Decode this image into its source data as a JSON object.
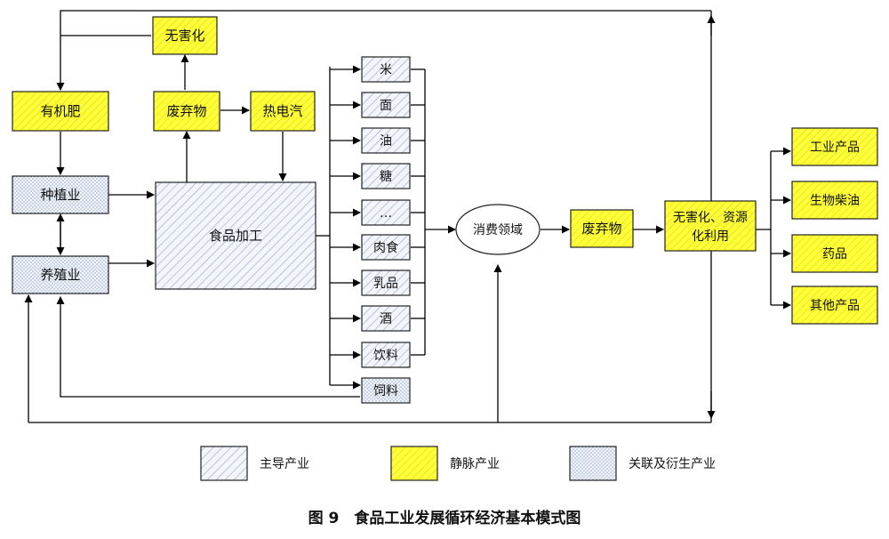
{
  "caption": "图 9　食品工业发展循环经济基本模式图",
  "nodes": {
    "harmless_top": "无害化",
    "fertilizer": "有机肥",
    "waste_top": "废弃物",
    "cogen": "热电汽",
    "planting": "种植业",
    "breeding": "养殖业",
    "processing": "食品加工",
    "products": [
      "米",
      "面",
      "油",
      "糖",
      "…",
      "肉食",
      "乳品",
      "酒",
      "饮料",
      "饲料"
    ],
    "consumption": "消费领域",
    "waste_right": "废弃物",
    "reuse_line1": "无害化、资源",
    "reuse_line2": "化利用",
    "outputs": [
      "工业产品",
      "生物柴油",
      "药品",
      "其他产品"
    ]
  },
  "legend": [
    {
      "label": "主导产业",
      "style": "lead"
    },
    {
      "label": "静脉产业",
      "style": "venous"
    },
    {
      "label": "关联及衍生产业",
      "style": "related"
    }
  ],
  "colors": {
    "venous_fill": "#ffff33",
    "lead_fill": "#eef1f8",
    "related_fill": "#e7ecf6",
    "line": "#000000"
  }
}
